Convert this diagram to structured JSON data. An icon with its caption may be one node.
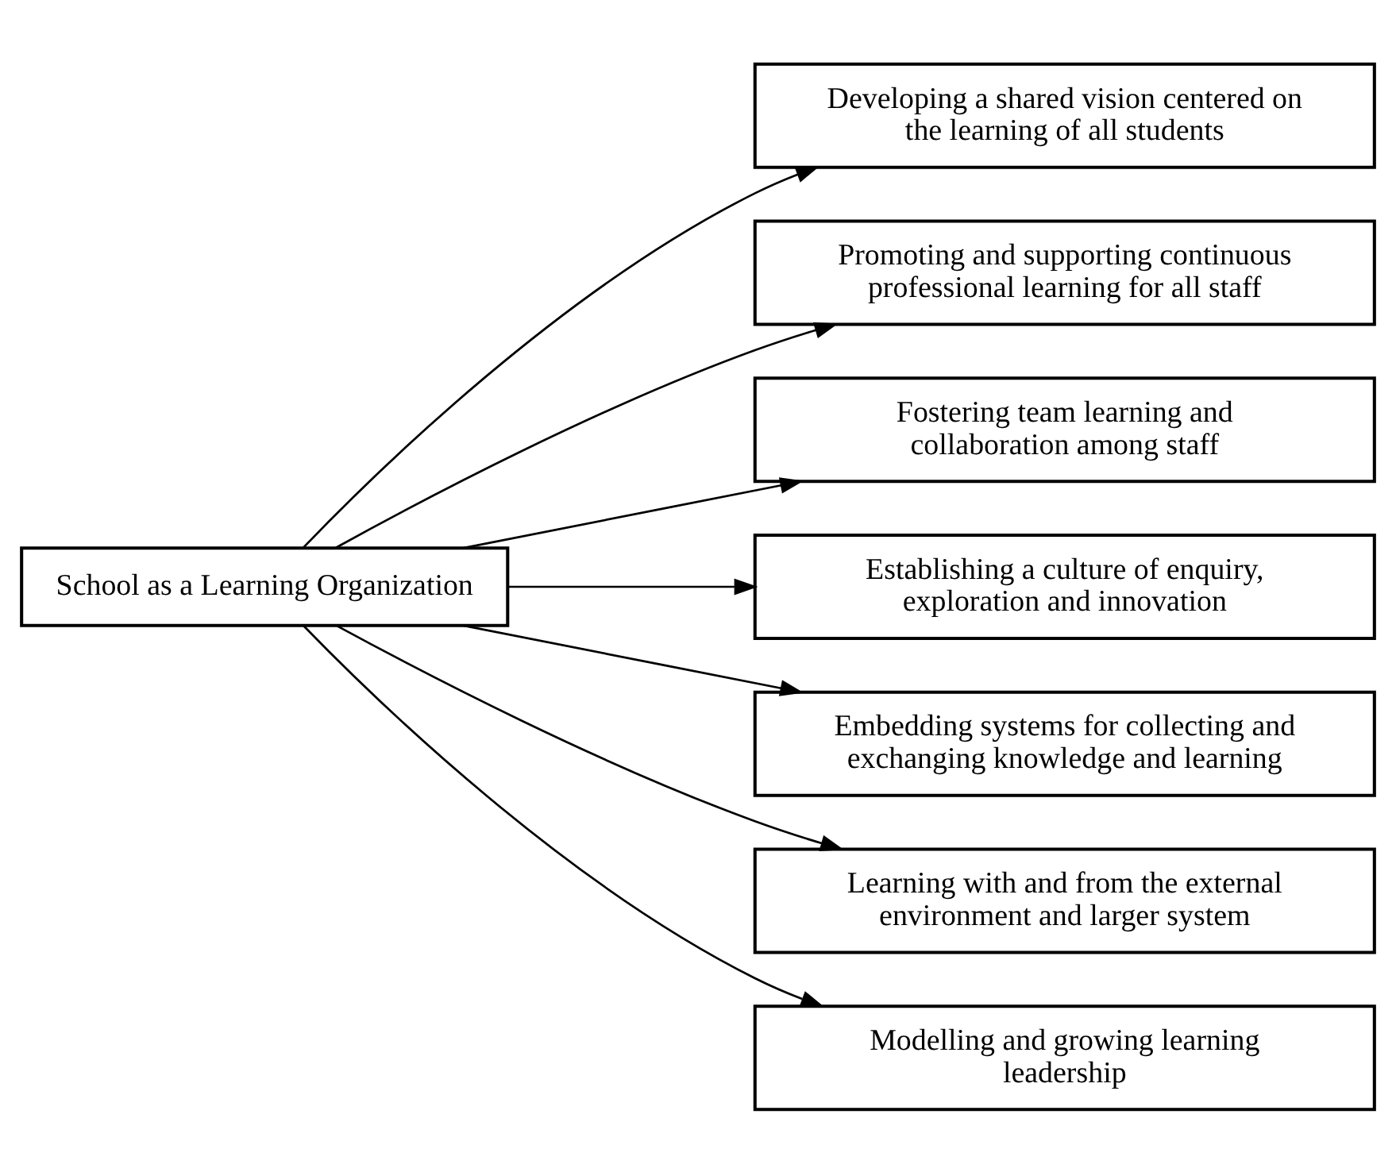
{
  "diagram": {
    "nodes": [
      {
        "text": [
          "School as a Learning Organization"
        ]
      },
      {
        "text": [
          "Developing a shared vision centered on the learning of all students"
        ]
      },
      {
        "text": [
          "Promoting and supporting continuous professional learning for all staff"
        ]
      },
      {
        "text": [
          "Fostering team learning and collaboration among staff"
        ]
      },
      {
        "text": [
          "Establishing a culture of enquiry, exploration and innovation"
        ]
      },
      {
        "text": [
          "Embedding systems for collecting and exchanging knowledge and learning"
        ]
      },
      {
        "text": [
          "Learning with and from the external environment and larger system"
        ]
      },
      {
        "text": [
          "Modelling and growing learning leadership"
        ]
      }
    ],
    "edges": [
      {
        "from": 0,
        "to": 1,
        "arrow": "to"
      },
      {
        "from": 0,
        "to": 2,
        "arrow": "to"
      },
      {
        "from": 0,
        "to": 3,
        "arrow": "to"
      },
      {
        "from": 0,
        "to": 4,
        "arrow": "to"
      },
      {
        "from": 0,
        "to": 5,
        "arrow": "to"
      },
      {
        "from": 0,
        "to": 6,
        "arrow": "to"
      },
      {
        "from": 0,
        "to": 7,
        "arrow": "to"
      }
    ]
  }
}
